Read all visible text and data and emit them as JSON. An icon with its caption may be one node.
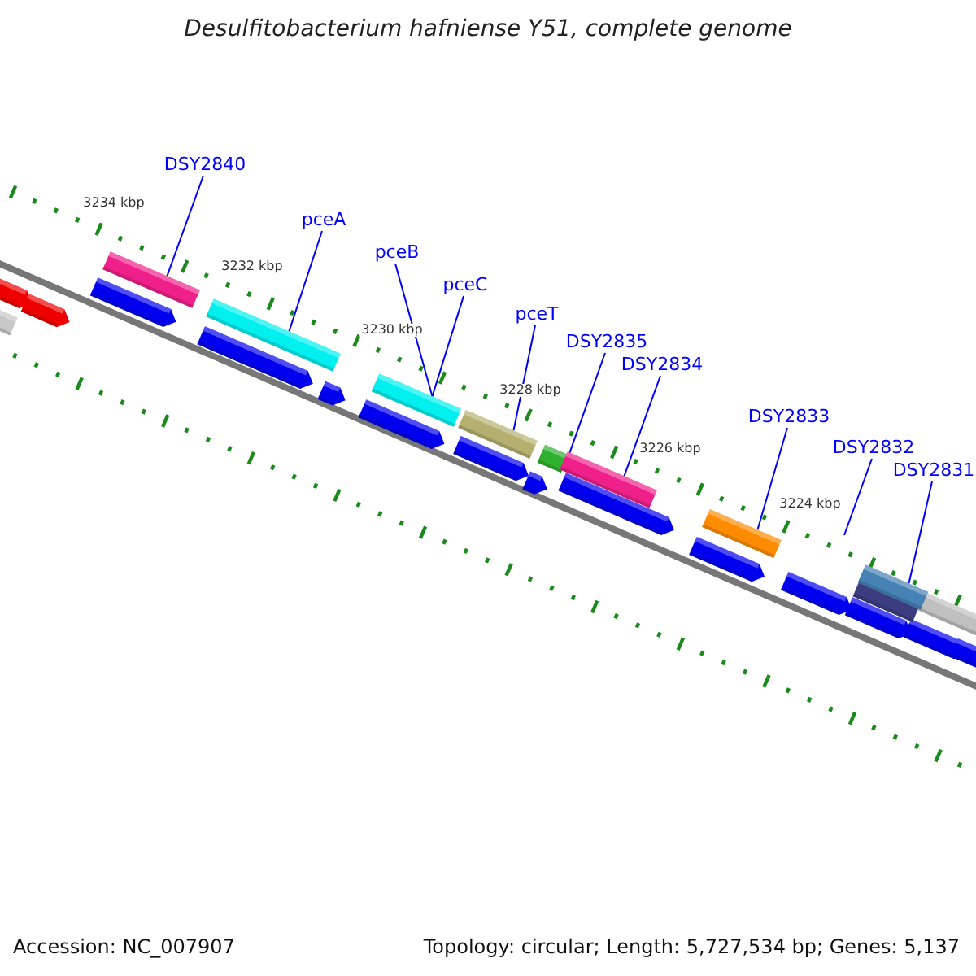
{
  "diagram": {
    "title": "Desulfitobacterium hafniense Y51, complete genome",
    "nodes": [
      {
        "text": [
          "DSY2840"
        ]
      },
      {
        "text": [],
        "shape": "bar"
      },
      {
        "text": [
          "pceA"
        ]
      },
      {
        "text": [],
        "shape": "bar"
      },
      {
        "text": [
          "pceB"
        ]
      },
      {
        "text": [
          "pceC"
        ]
      },
      {
        "text": [],
        "shape": "bar"
      },
      {
        "text": [
          "pceT"
        ]
      },
      {
        "text": [],
        "shape": "bar"
      },
      {
        "text": [
          "DSY2835"
        ]
      },
      {
        "text": [],
        "shape": "bar"
      },
      {
        "text": [
          "DSY2834"
        ]
      },
      {
        "text": [],
        "shape": "bar"
      },
      {
        "text": [
          "DSY2833"
        ]
      },
      {
        "text": [],
        "shape": "bar"
      },
      {
        "text": [
          "DSY2832"
        ]
      },
      {
        "text": [
          "DSY2831"
        ]
      },
      {
        "text": [],
        "shape": "bar"
      }
    ],
    "edges": [
      {
        "from": 0,
        "to": 1,
        "arrow": "none"
      },
      {
        "from": 2,
        "to": 3,
        "arrow": "none"
      },
      {
        "from": 4,
        "to": 6,
        "arrow": "none"
      },
      {
        "from": 5,
        "to": 6,
        "arrow": "none"
      },
      {
        "from": 7,
        "to": 8,
        "arrow": "none"
      },
      {
        "from": 9,
        "to": 10,
        "arrow": "none"
      },
      {
        "from": 11,
        "to": 12,
        "arrow": "none"
      },
      {
        "from": 13,
        "to": 14,
        "arrow": "none"
      },
      {
        "from": 15,
        "to": null,
        "arrow": "none"
      },
      {
        "from": 16,
        "to": 17,
        "arrow": "none"
      }
    ],
    "labels": [
      "3234 kbp",
      "3232 kbp",
      "3230 kbp",
      "3228 kbp",
      "3226 kbp",
      "3224 kbp",
      "Accession: NC_007907",
      "Topology: circular; Length: 5,727,534 bp; Genes: 5,137"
    ]
  }
}
